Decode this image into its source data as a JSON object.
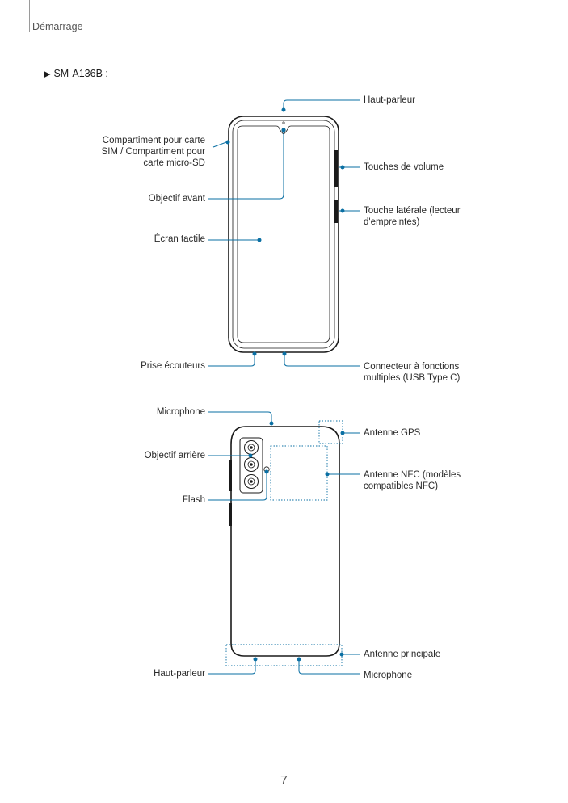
{
  "header": {
    "section": "Démarrage"
  },
  "model": {
    "arrow": "▶",
    "label": "SM-A136B :"
  },
  "front": {
    "speaker": "Haut-parleur",
    "card_tray": "Compartiment pour carte\nSIM / Compartiment pour\ncarte micro-SD",
    "volume_keys": "Touches de volume",
    "front_camera": "Objectif avant",
    "side_key": "Touche latérale (lecteur\nd'empreintes)",
    "touchscreen": "Écran tactile",
    "earphone_jack": "Prise écouteurs",
    "usb_connector": "Connecteur à fonctions\nmultiples (USB Type C)"
  },
  "back": {
    "microphone_top": "Microphone",
    "gps_antenna": "Antenne GPS",
    "rear_camera": "Objectif arrière",
    "nfc_antenna": "Antenne NFC (modèles\ncompatibles NFC)",
    "flash": "Flash",
    "main_antenna": "Antenne principale",
    "speaker": "Haut-parleur",
    "microphone_bottom": "Microphone"
  },
  "footer": {
    "page_number": "7"
  },
  "colors": {
    "accent": "#0a6fa3",
    "outline": "#1a1a1a"
  }
}
